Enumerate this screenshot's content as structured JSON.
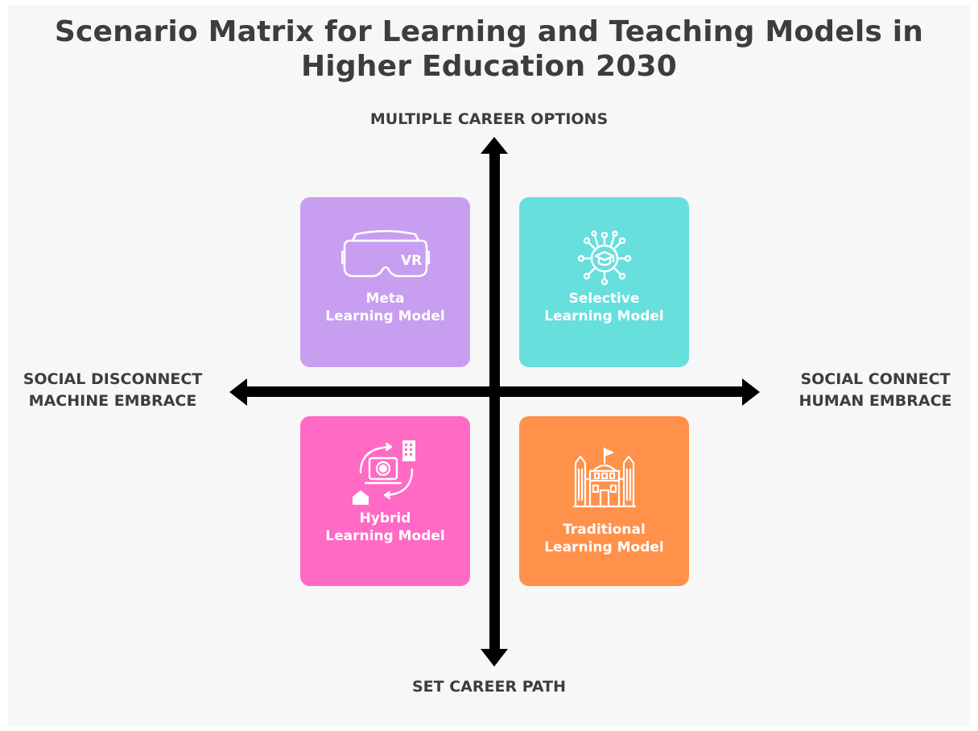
{
  "title": {
    "line1": "Scenario Matrix for Learning and Teaching Models in",
    "line2": "Higher Education 2030"
  },
  "axes": {
    "top": "MULTIPLE CAREER OPTIONS",
    "bottom": "SET CAREER PATH",
    "left": {
      "line1": "SOCIAL DISCONNECT",
      "line2": "MACHINE EMBRACE"
    },
    "right": {
      "line1": "SOCIAL CONNECT",
      "line2": "HUMAN EMBRACE"
    }
  },
  "quadrants": {
    "top_left": {
      "line1": "Meta",
      "line2": "Learning Model",
      "icon": "vr-headset-icon",
      "color": "#c79ef0"
    },
    "top_right": {
      "line1": "Selective",
      "line2": "Learning Model",
      "icon": "network-graduation-cap-icon",
      "color": "#66dfdd"
    },
    "bottom_left": {
      "line1": "Hybrid",
      "line2": "Learning Model",
      "icon": "remote-learning-icon",
      "color": "#ff6ac4"
    },
    "bottom_right": {
      "line1": "Traditional",
      "line2": "Learning Model",
      "icon": "school-building-icon",
      "color": "#ff914b"
    }
  },
  "vr_badge": "VR"
}
